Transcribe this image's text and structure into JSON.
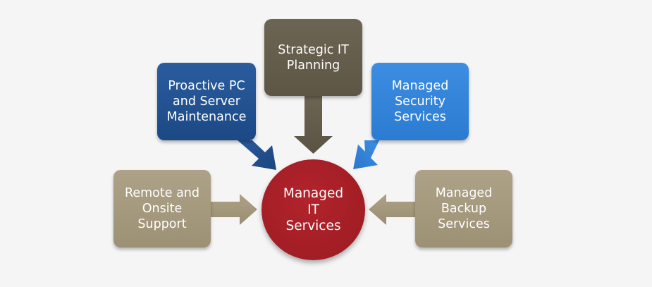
{
  "center": {
    "label": "Managed\nIT\nServices",
    "color": "#a71f27"
  },
  "nodes": {
    "strategic": {
      "label": "Strategic IT\nPlanning",
      "color": "#635b4a"
    },
    "proactive": {
      "label": "Proactive PC\nand Server\nMaintenance",
      "color": "#22518f"
    },
    "security": {
      "label": "Managed\nSecurity\nServices",
      "color": "#3485da"
    },
    "remote": {
      "label": "Remote and\nOnsite\nSupport",
      "color": "#a4987e"
    },
    "backup": {
      "label": "Managed\nBackup\nServices",
      "color": "#a4987e"
    }
  }
}
